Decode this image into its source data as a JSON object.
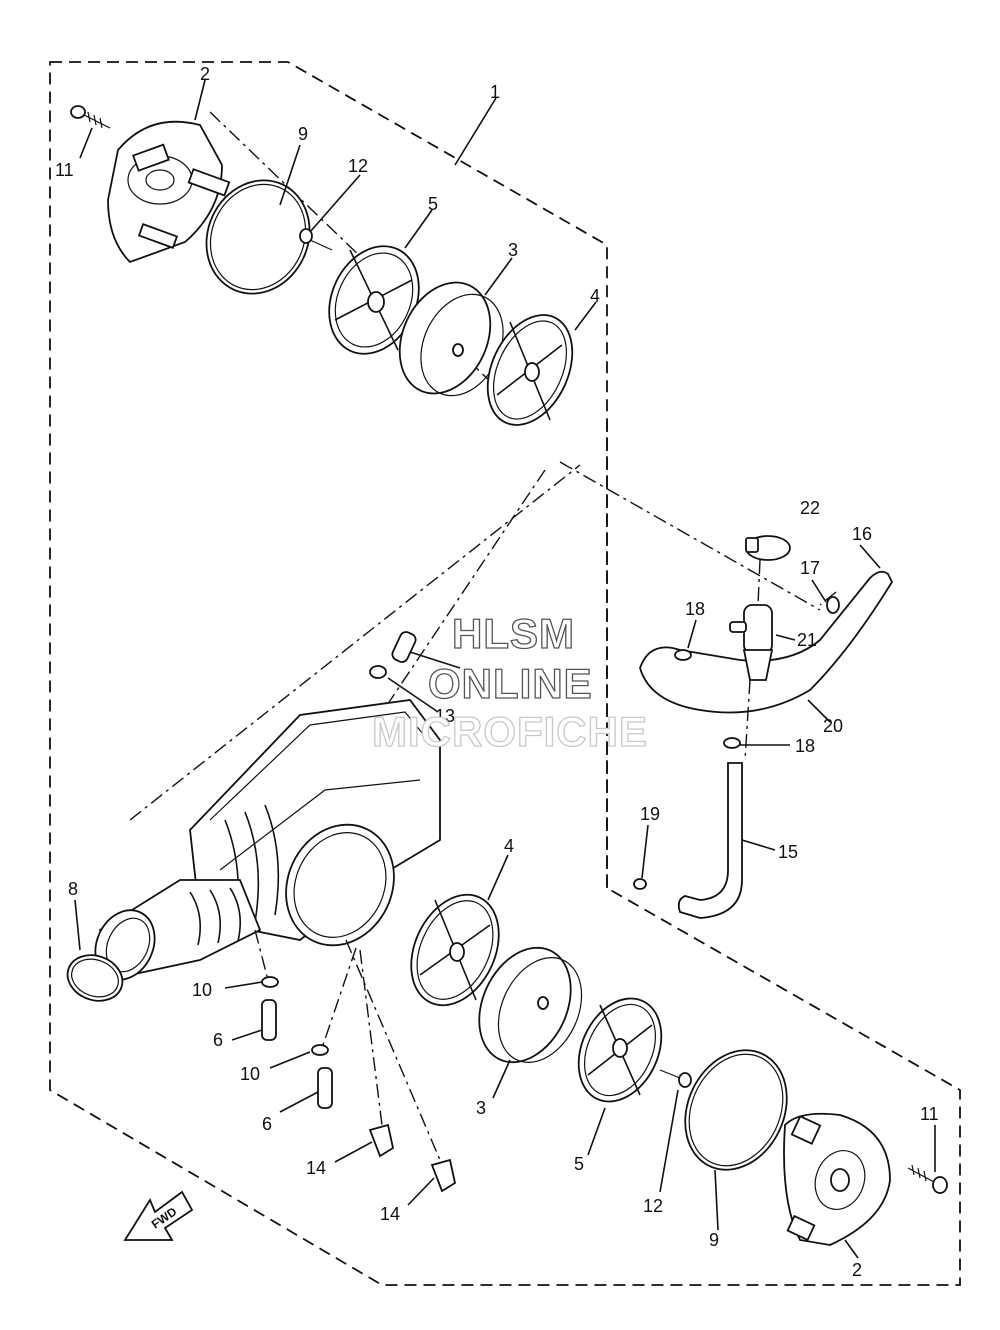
{
  "watermark": {
    "line1": "HLSM",
    "line2": "ONLINE",
    "line3": "MICROFICHE"
  },
  "fwd_arrow_text": "FWD",
  "callouts": {
    "c1": "1",
    "c2a": "2",
    "c2b": "2",
    "c3a": "3",
    "c3b": "3",
    "c4a": "4",
    "c4b": "4",
    "c5a": "5",
    "c5b": "5",
    "c6a": "6",
    "c6b": "6",
    "c8": "8",
    "c9a": "9",
    "c9b": "9",
    "c10a": "10",
    "c10b": "10",
    "c11a": "11",
    "c11b": "11",
    "c12a": "12",
    "c12b": "12",
    "c13": "13",
    "c14a": "14",
    "c14b": "14",
    "c15": "15",
    "c16": "16",
    "c17": "17",
    "c18a": "18",
    "c18b": "18",
    "c19": "19",
    "c20": "20",
    "c21": "21",
    "c22": "22"
  }
}
